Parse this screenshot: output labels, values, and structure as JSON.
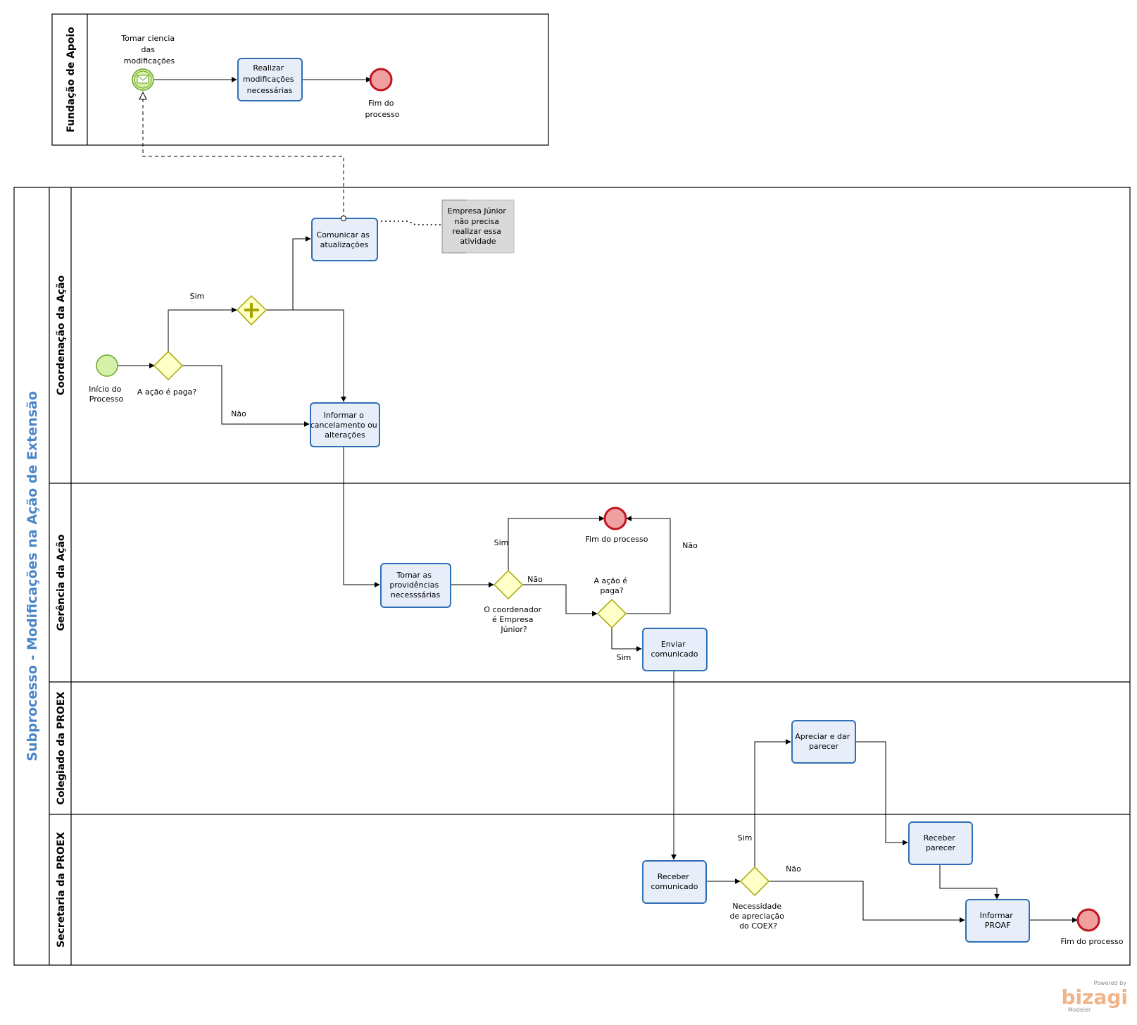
{
  "pools": {
    "fundacao": {
      "title": "Fundação de Apoio"
    },
    "main": {
      "title": "Subprocesso - Modificações na Ação de Extensão",
      "lanes": {
        "coordenacao": "Coordenação da Ação",
        "gerencia": "Gerência da Ação",
        "colegiado": "Colegiado da PROEX",
        "secretaria": "Secretaria da PROEX"
      }
    }
  },
  "events": {
    "msg_start": [
      "Tomar ciencia",
      "das",
      "modificações"
    ],
    "fim_fundacao": [
      "Fim do",
      "processo"
    ],
    "inicio": [
      "Início do",
      "Processo"
    ],
    "fim_gerencia": [
      "Fim do processo"
    ],
    "fim_secretaria": [
      "Fim do processo"
    ]
  },
  "tasks": {
    "realizar": [
      "Realizar",
      "modificações",
      "necessárias"
    ],
    "comunicar": [
      "Comunicar as",
      "atualizações"
    ],
    "informar_canc": [
      "Informar o",
      "cancelamento ou",
      "alterações"
    ],
    "tomar_prov": [
      "Tomar as",
      "providências",
      "necesssárias"
    ],
    "enviar": [
      "Enviar",
      "comunicado"
    ],
    "apreciar": [
      "Apreciar e dar",
      "parecer"
    ],
    "receber_parecer": [
      "Receber",
      "parecer"
    ],
    "receber_com": [
      "Receber",
      "comunicado"
    ],
    "informar_proaf": [
      "Informar",
      "PROAF"
    ]
  },
  "gateways": {
    "acao_paga_1": [
      "A ação é paga?"
    ],
    "coordenador": [
      "O coordenador",
      "é Empresa",
      "Júnior?"
    ],
    "acao_paga_2": [
      "A ação é",
      "paga?"
    ],
    "necessidade": [
      "Necessidade",
      "de apreciação",
      "do COEX?"
    ]
  },
  "flow_labels": {
    "sim": "Sim",
    "nao": "Não"
  },
  "annotation": [
    "Empresa Júnior",
    "não precisa",
    "realizar essa",
    "atividade"
  ],
  "watermark": {
    "powered": "Powered by",
    "brand": "bizagi",
    "product": "Modeler"
  },
  "colors": {
    "task_fill": "#e8eef9",
    "task_stroke": "#2f6fb5",
    "start_fill": "#d5f0a8",
    "start_stroke": "#6aa528",
    "end_fill": "#f0a0a0",
    "end_stroke": "#c0141e",
    "gateway_fill": "#ffffc8",
    "gateway_stroke": "#a6a600",
    "annotation_fill": "#d9d9d9",
    "pool_title": "#4a86c8"
  }
}
